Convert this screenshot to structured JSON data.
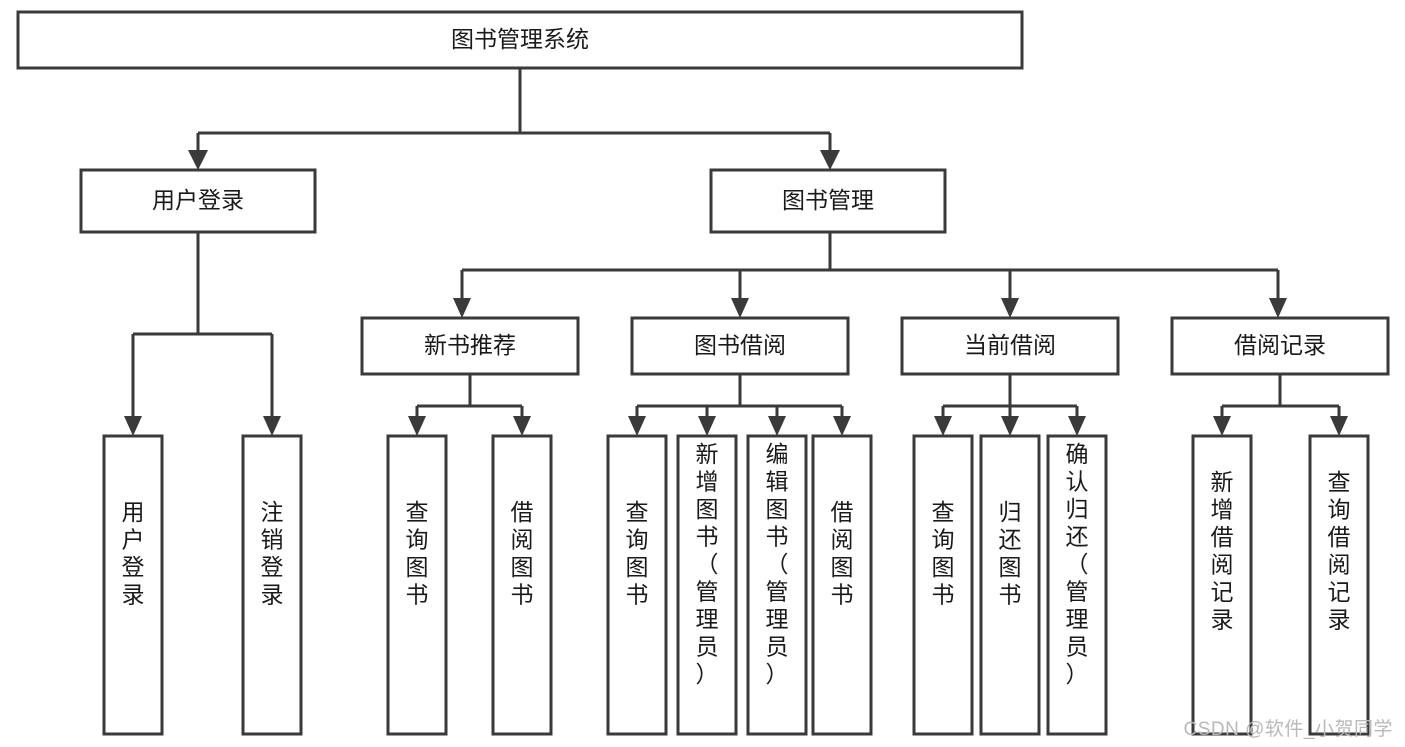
{
  "diagram": {
    "title": "图书管理系统",
    "type": "tree-hierarchy",
    "watermark": "CSDN @软件_小贺同学",
    "colors": {
      "stroke": "#3a3a3a",
      "fill": "#ffffff",
      "text": "#1a1a1a",
      "watermark": "#b9b9b9"
    },
    "root": {
      "label": "图书管理系统"
    },
    "level2": [
      {
        "label": "用户登录"
      },
      {
        "label": "图书管理"
      }
    ],
    "level3": [
      {
        "label": "新书推荐"
      },
      {
        "label": "图书借阅"
      },
      {
        "label": "当前借阅"
      },
      {
        "label": "借阅记录"
      }
    ],
    "leaves": {
      "user_login": [
        {
          "label": "用户登录"
        },
        {
          "label": "注销登录"
        }
      ],
      "new_book": [
        {
          "label": "查询图书"
        },
        {
          "label": "借阅图书"
        }
      ],
      "book_borrow": [
        {
          "label": "查询图书"
        },
        {
          "label": "新增图书（管理员）"
        },
        {
          "label": "编辑图书（管理员）"
        },
        {
          "label": "借阅图书"
        }
      ],
      "current_borrow": [
        {
          "label": "查询图书"
        },
        {
          "label": "归还图书"
        },
        {
          "label": "确认归还（管理员）"
        }
      ],
      "borrow_record": [
        {
          "label": "新增借阅记录"
        },
        {
          "label": "查询借阅记录"
        }
      ]
    }
  }
}
